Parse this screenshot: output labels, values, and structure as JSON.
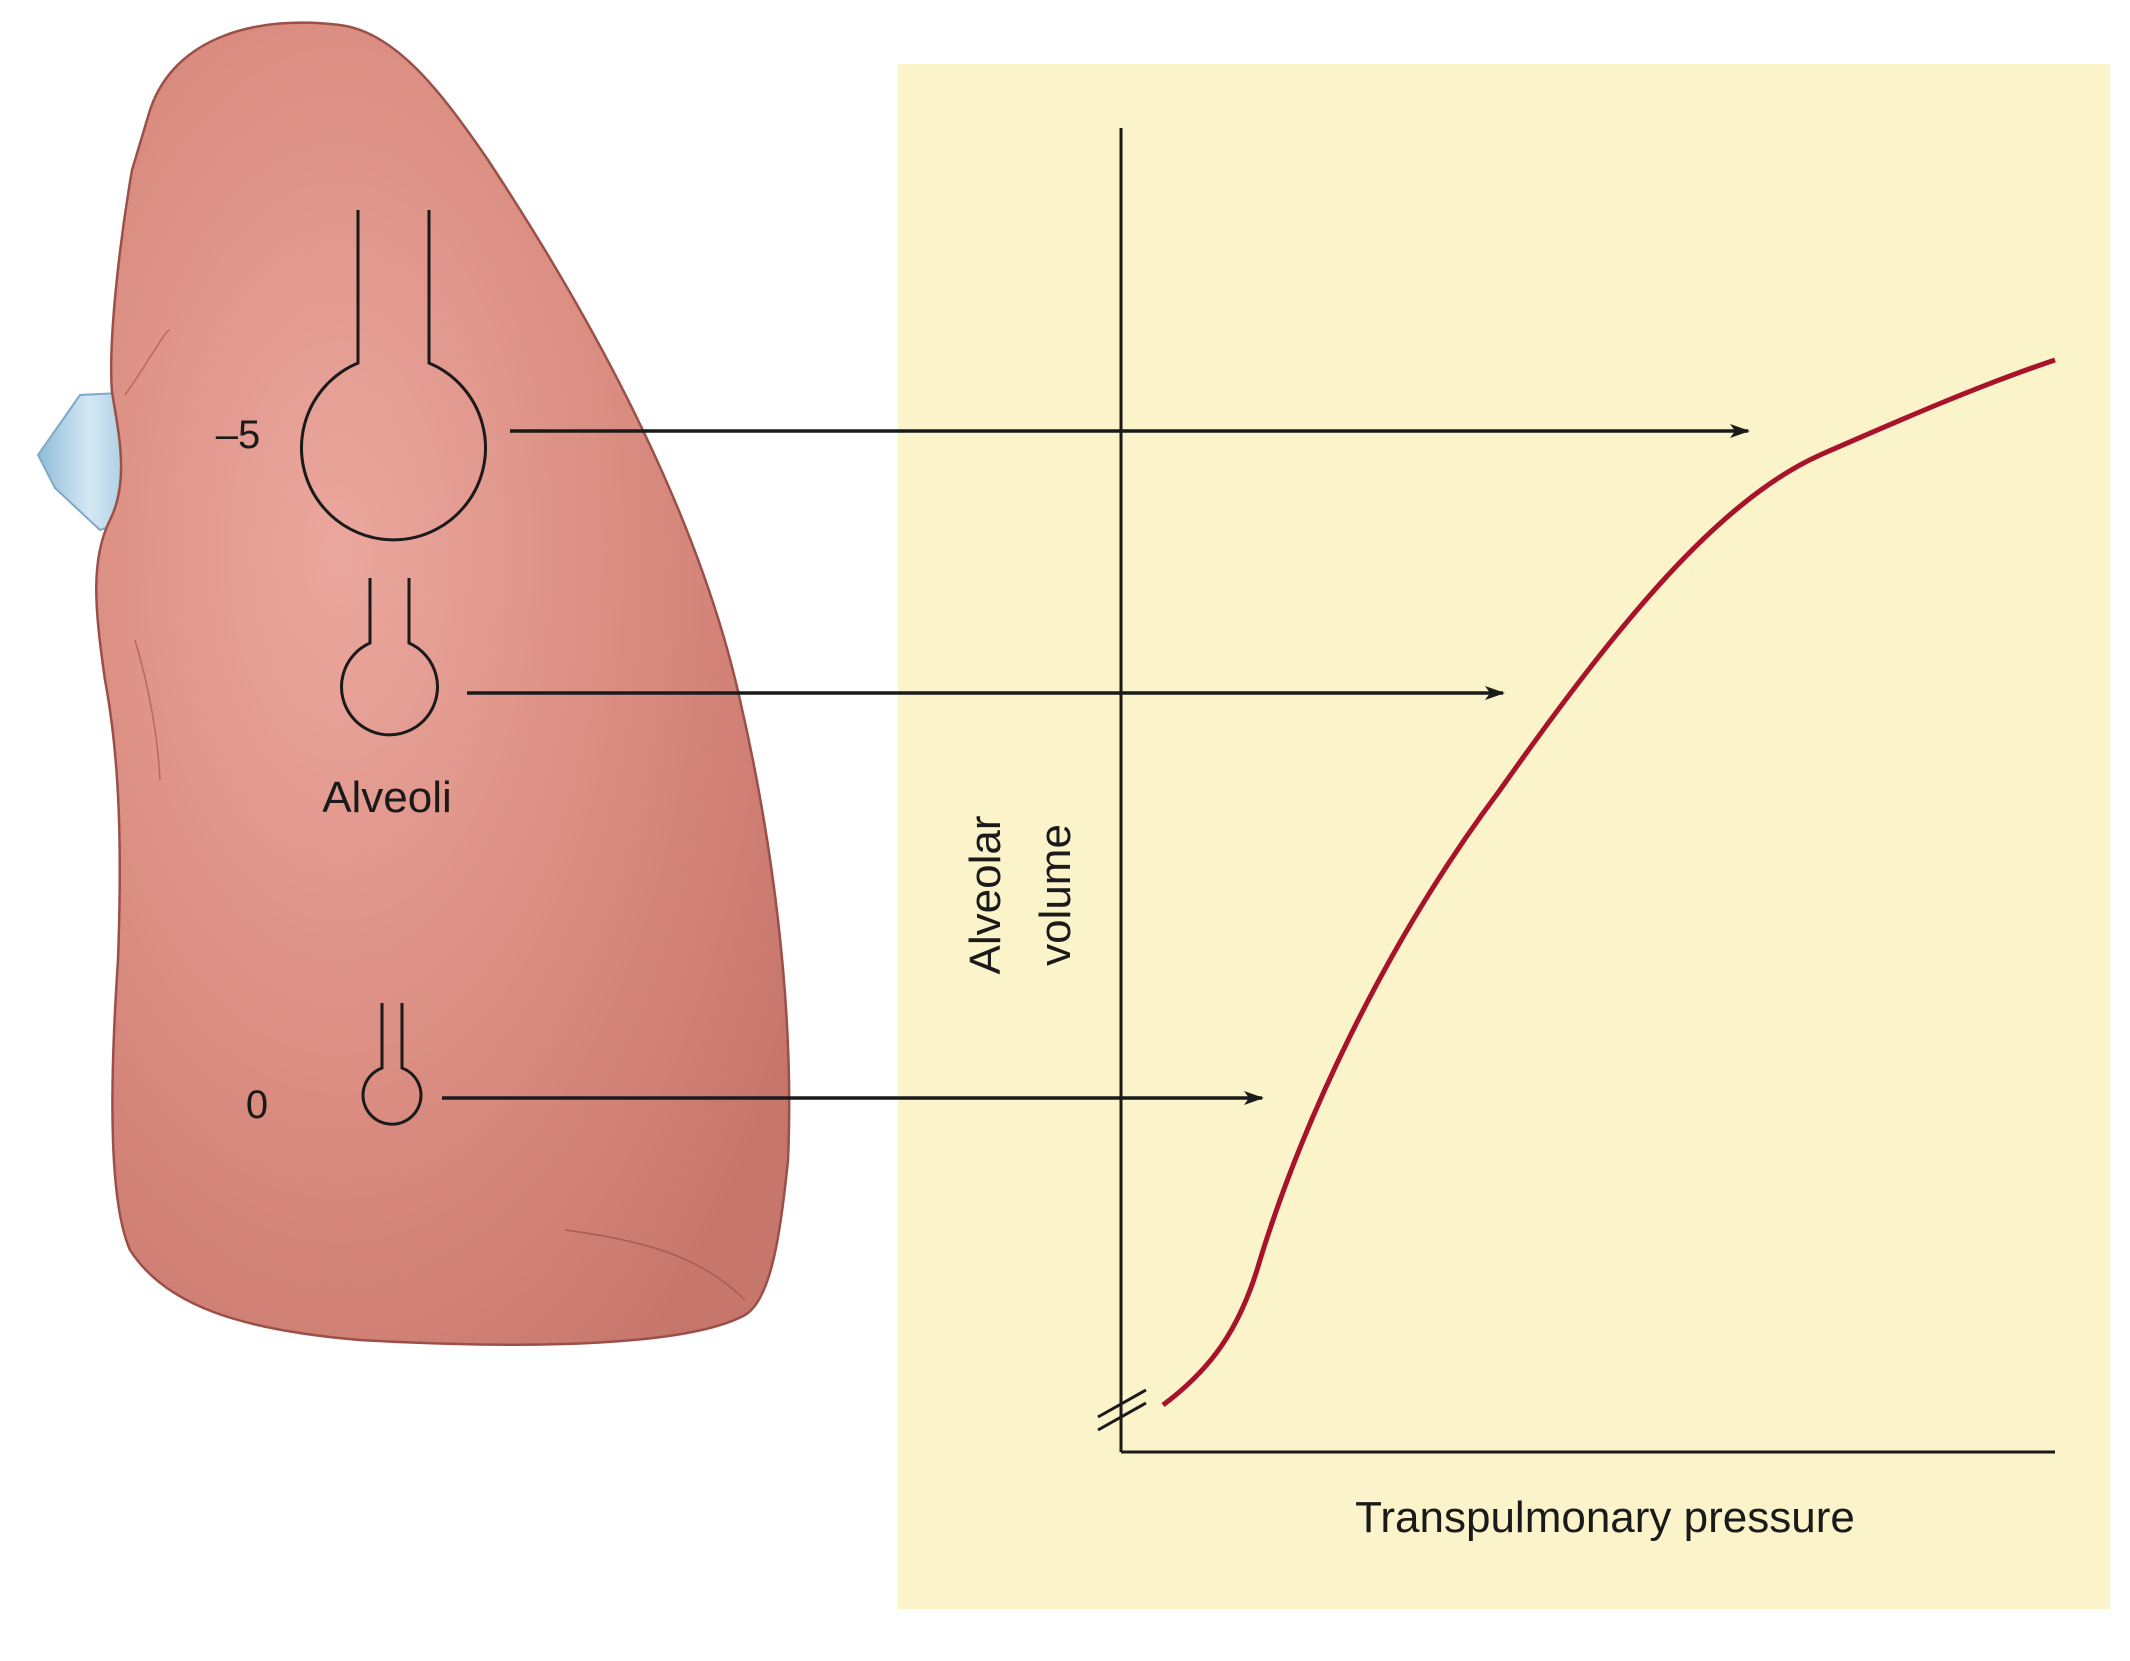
{
  "lung": {
    "labels": {
      "top_pressure": "–5",
      "bottom_pressure": "0",
      "alveoli": "Alveoli"
    }
  },
  "graph": {
    "ylabel_line1": "Alveolar",
    "ylabel_line2": "volume",
    "xlabel": "Transpulmonary pressure"
  },
  "colors": {
    "panel_background": "#fbf3c9",
    "lung_fill": "#d8887c",
    "lung_outline": "#9a5048",
    "airway": "#a9cde4",
    "curve": "#a8132b",
    "ink": "#1a1a1a"
  }
}
